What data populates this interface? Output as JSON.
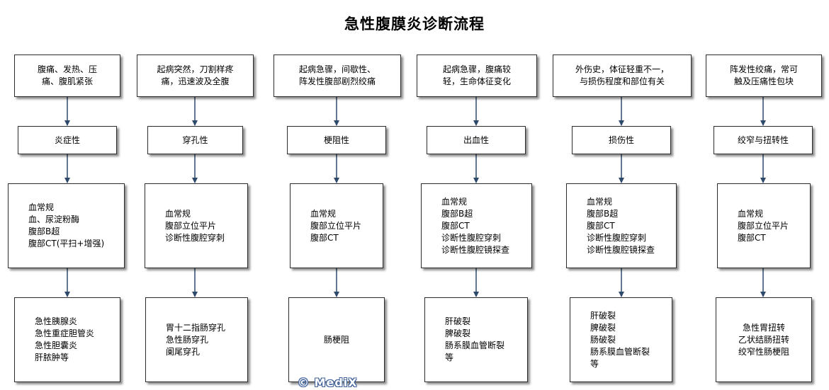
{
  "title": "急性腹膜炎诊断流程",
  "watermark": "© MediX",
  "columns": [
    {
      "symptom": "腹痛、发热、压\n痛、腹肌紧张",
      "type": "炎症性",
      "exam": "血常规\n血、尿淀粉酶\n腹部B超\n腹部CT(平扫+增强)",
      "diagnosis": "急性胰腺炎\n急性重症胆管炎\n急性胆囊炎\n肝脓肿等"
    },
    {
      "symptom": "起病突然，刀割样疼\n痛，迅速波及全腹",
      "type": "穿孔性",
      "exam": "血常规\n腹部立位平片\n诊断性腹腔穿刺",
      "diagnosis": "胃十二指肠穿孔\n急性肠穿孔\n阑尾穿孔"
    },
    {
      "symptom": "起病急骤，间歇性、\n阵发性腹部剧烈绞痛",
      "type": "梗阻性",
      "exam": "血常规\n腹部立位平片\n腹部CT",
      "diagnosis": "肠梗阻"
    },
    {
      "symptom": "起病急骤，腹痛较\n轻，生命体征变化",
      "type": "出血性",
      "exam": "血常规\n腹部B超\n腹部CT\n诊断性腹腔穿刺\n诊断性腹腔镜探查",
      "diagnosis": "肝破裂\n脾破裂\n肠系膜血管断裂\n等"
    },
    {
      "symptom": "外伤史，体征轻重不一，\n与损伤程度和部位有关",
      "type": "损伤性",
      "exam": "血常规\n腹部B超\n腹部CT\n诊断性腹腔穿刺\n诊断性腹腔镜探查",
      "diagnosis": "肝破裂\n脾破裂\n肠破裂\n肠系膜血管断裂\n等"
    },
    {
      "symptom": "阵发性绞痛，常可\n触及压痛性包块",
      "type": "绞窄与扭转性",
      "exam": "血常规\n腹部立位平片\n腹部CT",
      "diagnosis": "急性胃扭转\n乙状结肠扭转\n绞窄性肠梗阻"
    }
  ]
}
